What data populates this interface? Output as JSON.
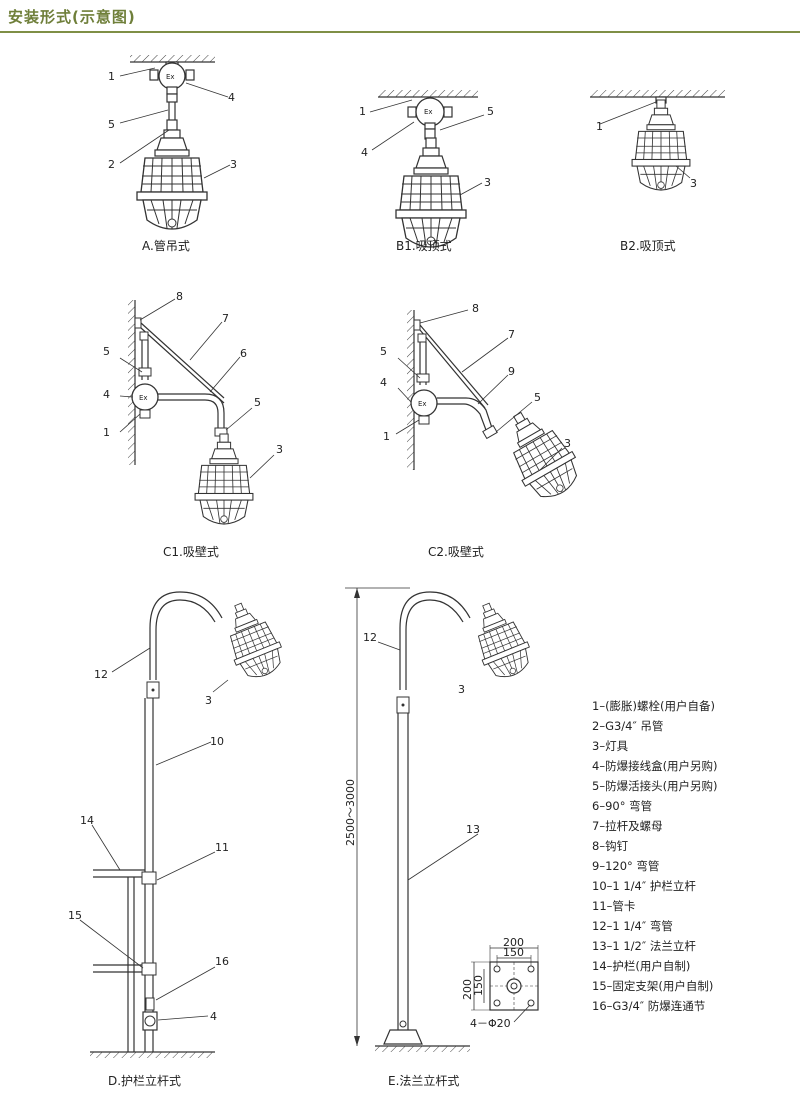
{
  "header": {
    "title": "安装形式(示意图)"
  },
  "colors": {
    "accent": "#7f8f46",
    "line": "#333333"
  },
  "captions": {
    "a": "A.管吊式",
    "b1": "B1.吸顶式",
    "b2": "B2.吸顶式",
    "c1": "C1.吸壁式",
    "c2": "C2.吸壁式",
    "d": "D.护栏立杆式",
    "e": "E.法兰立杆式"
  },
  "callouts": {
    "n1": "1",
    "n2": "2",
    "n3": "3",
    "n4": "4",
    "n5": "5",
    "n6": "6",
    "n7": "7",
    "n8": "8",
    "n9": "9",
    "n10": "10",
    "n11": "11",
    "n12": "12",
    "n13": "13",
    "n14": "14",
    "n15": "15",
    "n16": "16"
  },
  "box_mark": "Ex",
  "dimensions": {
    "height": "2500～3000",
    "plate_w_outer": "200",
    "plate_w_inner": "150",
    "plate_h_outer": "200",
    "plate_h_inner": "150",
    "holes": "4－Φ20"
  },
  "legend": [
    "1–(膨胀)螺栓(用户自备)",
    "2–G3/4″ 吊管",
    "3–灯具",
    "4–防爆接线盒(用户另购)",
    "5–防爆活接头(用户另购)",
    "6–90° 弯管",
    "7–拉杆及螺母",
    "8–钩钉",
    "9–120° 弯管",
    "10–1 1/4″ 护栏立杆",
    "11–管卡",
    "12–1 1/4″ 弯管",
    "13–1 1/2″ 法兰立杆",
    "14–护栏(用户自制)",
    "15–固定支架(用户自制)",
    "16–G3/4″ 防爆连通节"
  ]
}
